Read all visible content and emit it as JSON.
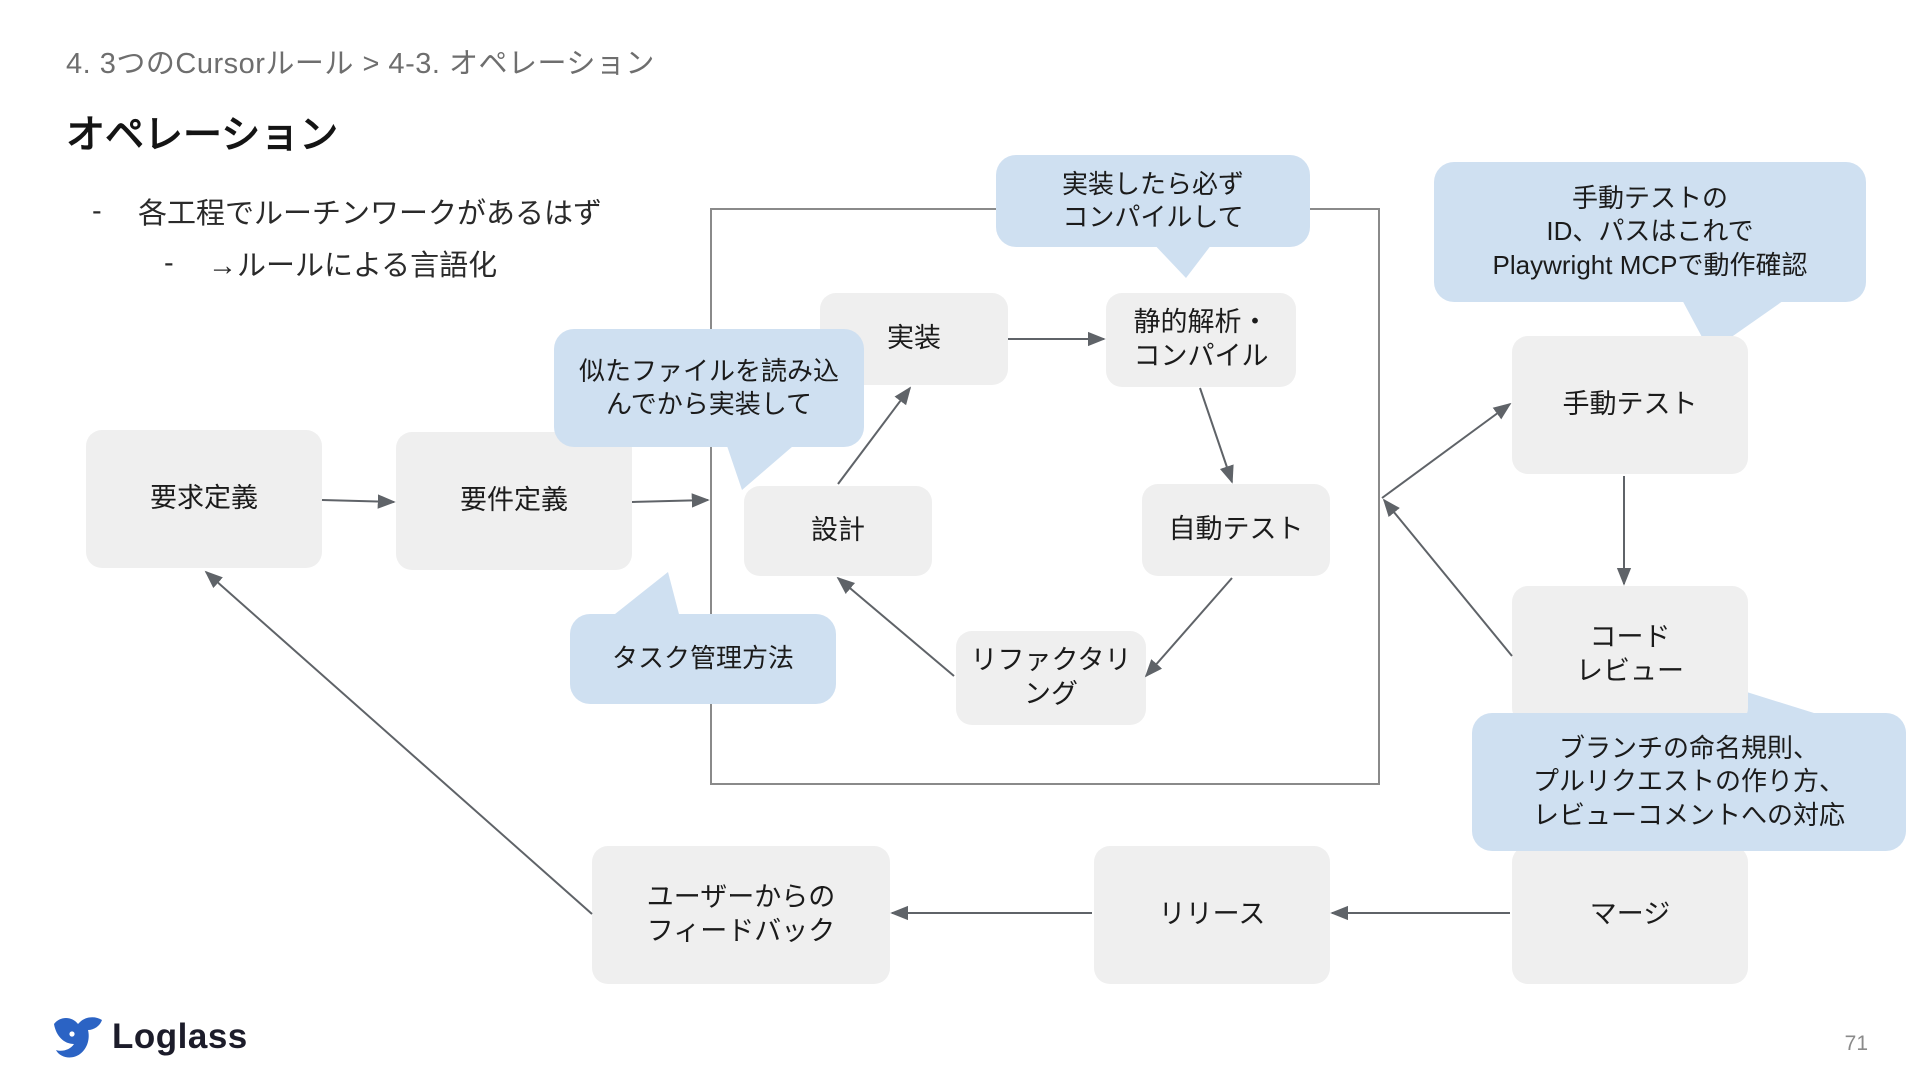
{
  "breadcrumb": "4. 3つのCursorルール > 4-3. オペレーション",
  "title": "オペレーション",
  "bullets": {
    "b1": {
      "dash": "-",
      "text": "各工程でルーチンワークがあるはず"
    },
    "b2": {
      "dash": "-",
      "text": "→ルールによる言語化"
    }
  },
  "nodes": {
    "request_def": "要求定義",
    "requirement_def": "要件定義",
    "design": "設計",
    "implement": "実装",
    "static_analysis": "静的解析・\nコンパイル",
    "auto_test": "自動テスト",
    "refactor": "リファクタリ\nング",
    "manual_test": "手動テスト",
    "code_review": "コード\nレビュー",
    "merge": "マージ",
    "release": "リリース",
    "feedback": "ユーザーからの\nフィードバック"
  },
  "callouts": {
    "compile": "実装したら必ず\nコンパイルして",
    "similar_file": "似たファイルを読み込\nんでから実装して",
    "task_mgmt": "タスク管理方法",
    "manual_test_note": "手動テストの\nID、パスはこれで\nPlaywright MCPで動作確認",
    "branch": "ブランチの命名規則、\nプルリクエストの作り方、\nレビューコメントへの対応"
  },
  "colors": {
    "node_bg": "#efefef",
    "callout_bg": "#cfe0f1",
    "arrow": "#5f6368",
    "frame": "#8a8a8a",
    "logo_blue": "#2b63c4"
  },
  "logo": {
    "icon": "whale-logo-icon",
    "text": "Loglass"
  },
  "page_number": "71"
}
